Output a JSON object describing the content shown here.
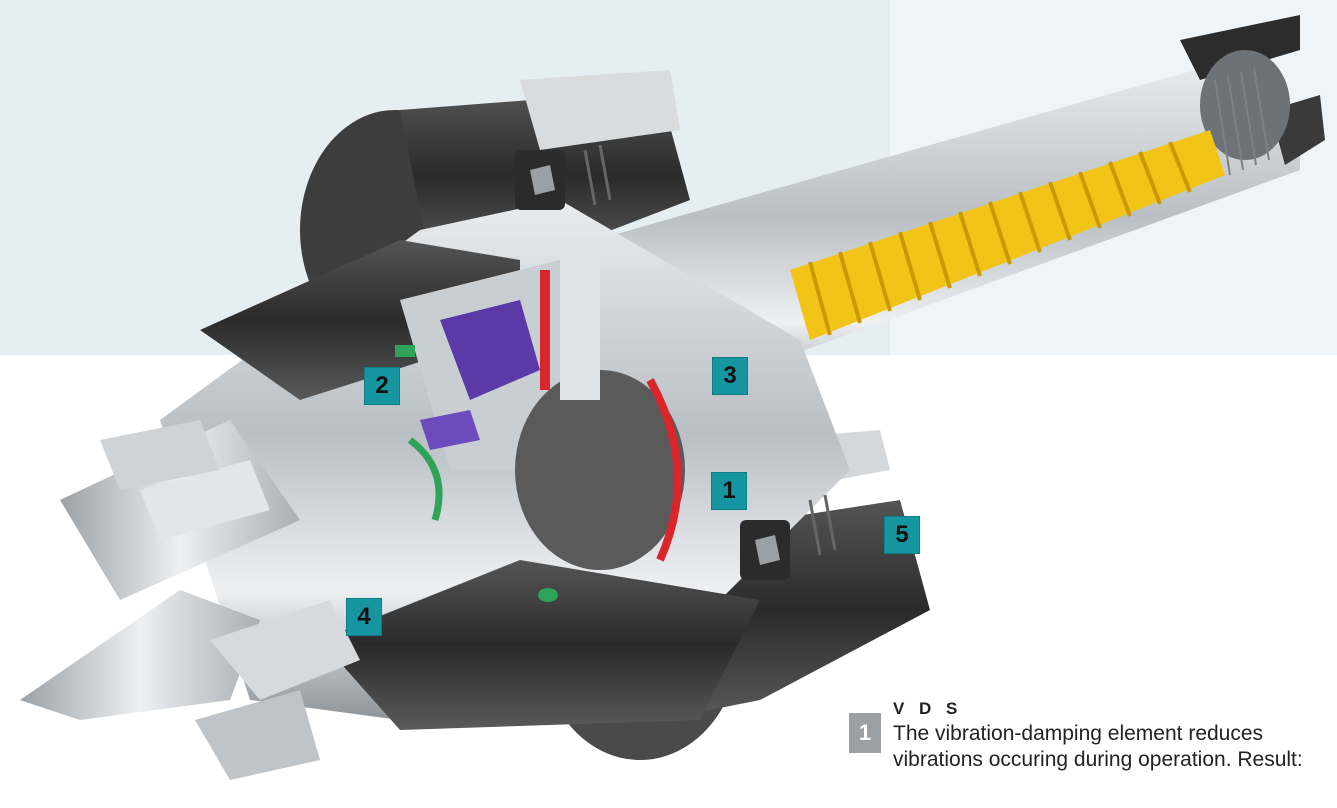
{
  "callouts": [
    {
      "number": "1"
    },
    {
      "number": "2"
    },
    {
      "number": "3"
    },
    {
      "number": "4"
    },
    {
      "number": "5"
    }
  ],
  "legend": {
    "number": "1",
    "title": "V D S",
    "text": "The vibration-damping element reduces vibrations occuring during operation. Result:"
  },
  "colors": {
    "background_blue": "#e4eef3",
    "callout_teal": "#1596a0",
    "spring_yellow": "#f2c418",
    "seal_red": "#d8262b",
    "seal_green": "#2fa35a",
    "bearing_purple": "#5b3aa8"
  }
}
